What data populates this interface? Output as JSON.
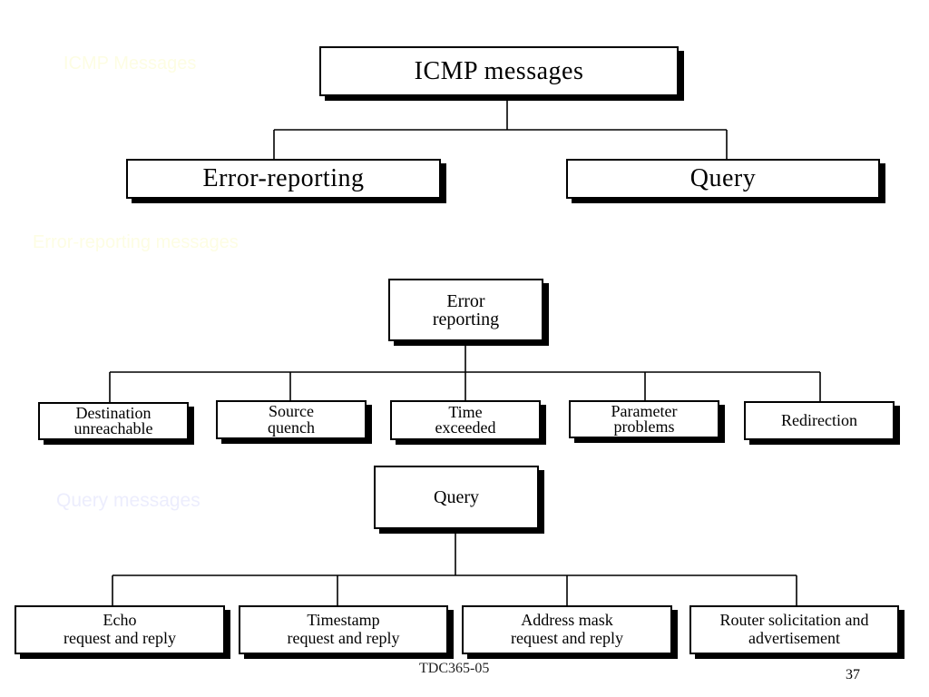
{
  "slide_titles": {
    "icmp": "ICMP Messages",
    "error": "Error-reporting messages",
    "query": "Query messages"
  },
  "diagram1": {
    "root": "ICMP messages",
    "children": [
      "Error-reporting",
      "Query"
    ]
  },
  "diagram2": {
    "root": "Error\nreporting",
    "children": [
      "Destination\nunreachable",
      "Source\nquench",
      "Time\nexceeded",
      "Parameter\nproblems",
      "Redirection"
    ]
  },
  "diagram3": {
    "root": "Query",
    "children": [
      "Echo\nrequest and reply",
      "Timestamp\nrequest and reply",
      "Address mask\nrequest and reply",
      "Router solicitation and\nadvertisement"
    ]
  },
  "footer": {
    "text": "TDC365-05",
    "page_number": "37"
  }
}
